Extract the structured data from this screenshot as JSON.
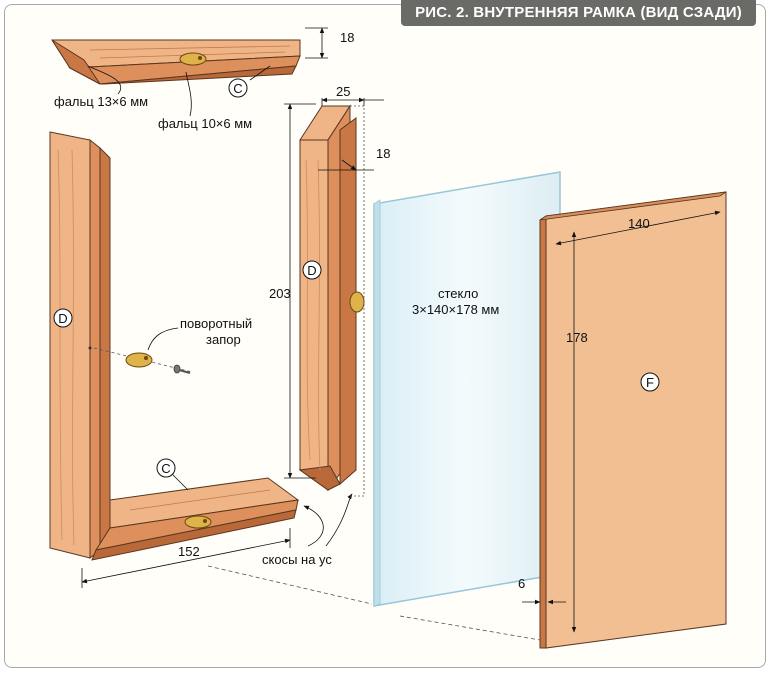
{
  "figure_title": "РИС. 2. ВНУТРЕННЯЯ РАМКА (ВИД СЗАДИ)",
  "labels": {
    "rabbet_13x6": "фальц 13×6 мм",
    "rabbet_10x6": "фальц 10×6 мм",
    "turn_button": [
      "поворотный",
      "запор"
    ],
    "glass": [
      "стекло",
      "3×140×178 мм"
    ],
    "miters": "скосы на ус"
  },
  "parts": {
    "C": "C",
    "D": "D",
    "F": "F"
  },
  "dimensions": {
    "top_rail_thickness": "18",
    "stile_width": "25",
    "stile_thickness": "18",
    "stile_length": "203",
    "bottom_width": "152",
    "back_width": "140",
    "back_height": "178",
    "back_thickness": "6"
  },
  "colors": {
    "wood_light": "#f0b587",
    "wood_mid": "#dd8f5c",
    "wood_dark": "#b9683a",
    "back_panel": "#f2bf93",
    "glass_fill": "#e6f4f8",
    "glass_edge": "#98c6d8",
    "brass": "#e0b24a",
    "title_bg": "#6a6a66"
  }
}
